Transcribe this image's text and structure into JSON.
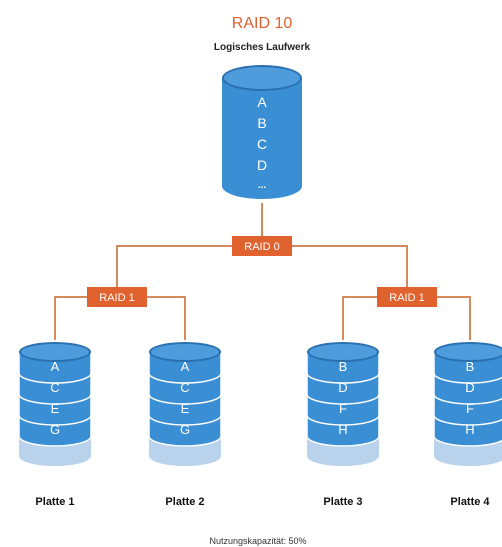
{
  "title": "RAID 10",
  "subtitle": "Logisches Laufwerk",
  "logical_drive": {
    "letters": [
      "A",
      "B",
      "C",
      "D",
      "..."
    ]
  },
  "raid0_label": "RAID 0",
  "raid1_left_label": "RAID 1",
  "raid1_right_label": "RAID 1",
  "disks": [
    {
      "label": "Platte 1",
      "letters": [
        "A",
        "C",
        "E",
        "G"
      ]
    },
    {
      "label": "Platte 2",
      "letters": [
        "A",
        "C",
        "E",
        "G"
      ]
    },
    {
      "label": "Platte 3",
      "letters": [
        "B",
        "D",
        "F",
        "H"
      ]
    },
    {
      "label": "Platte 4",
      "letters": [
        "B",
        "D",
        "F",
        "H"
      ]
    }
  ],
  "footer": "Nutzungskapazität: 50%",
  "colors": {
    "title": "#e0622e",
    "disk_blue": "#3a8fd4",
    "disk_dark": "#2a6fae",
    "disk_rim": "#5aa6e3",
    "disk_base": "#b9d3ec",
    "raid_box": "#e0622e",
    "line": "#d58a5e"
  }
}
